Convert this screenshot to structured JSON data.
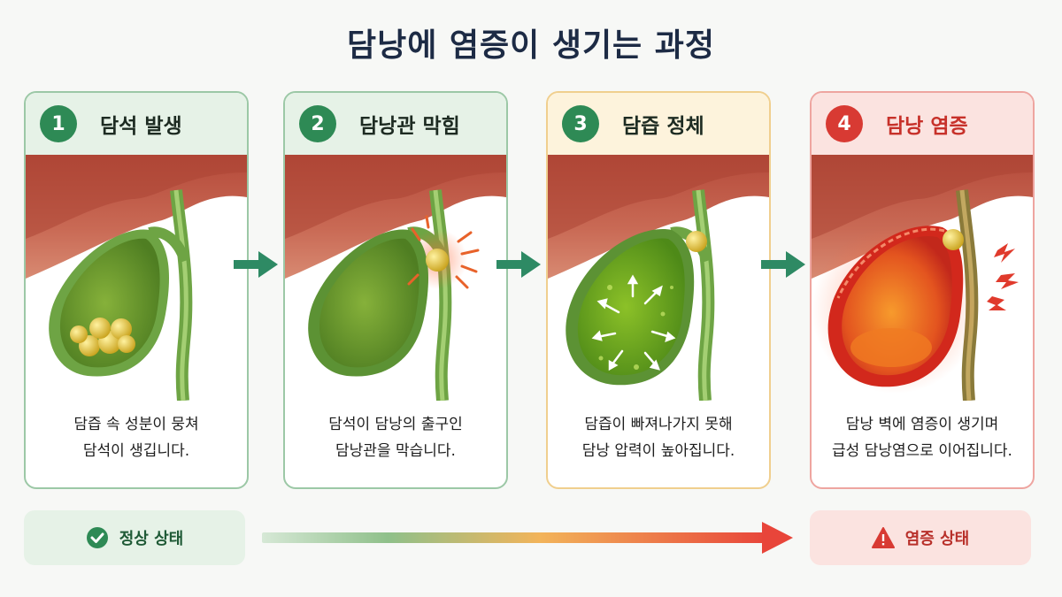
{
  "title": "담낭에 염증이 생기는 과정",
  "steps": [
    {
      "number": "1",
      "title": "담석 발생",
      "desc_line1": "담즙 속 성분이 뭉쳐",
      "desc_line2": "담석이 생깁니다."
    },
    {
      "number": "2",
      "title": "담낭관 막힘",
      "desc_line1": "담석이 담낭의 출구인",
      "desc_line2": "담낭관을 막습니다."
    },
    {
      "number": "3",
      "title": "담즙 정체",
      "desc_line1": "담즙이 빠져나가지 못해",
      "desc_line2": "담낭 압력이 높아집니다."
    },
    {
      "number": "4",
      "title": "담낭 염증",
      "desc_line1": "담낭 벽에 염증이 생기며",
      "desc_line2": "급성 담낭염으로 이어집니다."
    }
  ],
  "status": {
    "normal_label": "정상 상태",
    "inflamed_label": "염증 상태"
  },
  "colors": {
    "green": "#2e8a55",
    "amber": "#e2a040",
    "red": "#d83a33",
    "arrow": "#2e8a64"
  },
  "icons": [
    "check-circle-icon",
    "warning-triangle-icon",
    "right-arrow-icon"
  ]
}
